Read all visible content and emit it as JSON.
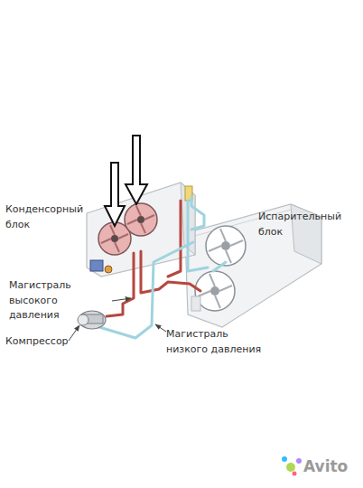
{
  "diagram": {
    "labels": [
      "Конденсорный блок",
      "Испарительный блок",
      "Магистраль высокого давления",
      "Компрессор",
      "Магистраль низкого давления",
      "Avito"
    ]
  }
}
